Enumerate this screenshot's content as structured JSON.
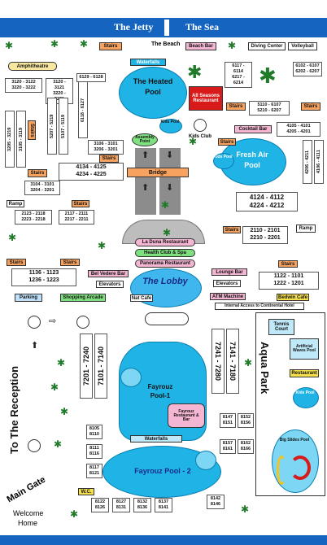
{
  "header": {
    "title_left": "The Jetty",
    "title_right": "The Sea"
  },
  "top": {
    "stairs": "Stairs",
    "beach": "The Beach",
    "beach_bar": "Beach Bar",
    "diving": "Diving Center",
    "volleyball": "Volleyball",
    "waterfalls": "Waterfalls",
    "amphitheatre": "Amphitheatre"
  },
  "rooms": {
    "r3120": [
      "3120 - 3122",
      "3220 - 3222"
    ],
    "r3120b": [
      "3120 - 3121",
      "3220 - 3221"
    ],
    "r6129": "6129 - 6128",
    "r3205": "3205 - 3219",
    "r3105": "3105 - 3119",
    "r5207": "5207 - 5219",
    "r5107": "5107 - 5119",
    "r6118": "6118 - 6127",
    "r6117": [
      "6117 - 6114",
      "6217 - 6214"
    ],
    "r6102": [
      "6102 - 6107",
      "6202 - 6207"
    ],
    "r5110": [
      "5110 - 6107",
      "5210 - 6207"
    ],
    "r4105": [
      "4105 - 4101",
      "4205 - 4201"
    ],
    "r3106": [
      "3106 - 3101",
      "3206 - 3201"
    ],
    "r4134": [
      "4134 - 4125",
      "4234 - 4225"
    ],
    "r3104": [
      "3104 - 3101",
      "3204 - 3201"
    ],
    "r4206": "4206 - 4211",
    "r4106": "4106 - 4111",
    "r4124": [
      "4124 - 4112",
      "4224 - 4212"
    ],
    "r2123": [
      "2123 - 2118",
      "2223 - 2218"
    ],
    "r2117": [
      "2117 - 2111",
      "2217 - 2211"
    ],
    "r2110": [
      "2110 - 2101",
      "2210 - 2201"
    ],
    "r1136": [
      "1136 - 1123",
      "1236 - 1223"
    ],
    "r1122": [
      "1122 - 1101",
      "1222 - 1201"
    ],
    "r7201": "7201 - 7240",
    "r7101": "7101 - 7140",
    "r7241": "7241 - 7280",
    "r7141": "7141 - 7180",
    "bottom": [
      [
        "8122",
        "8126"
      ],
      [
        "8127",
        "8131"
      ],
      [
        "8132",
        "8136"
      ],
      [
        "8137",
        "8141"
      ],
      [
        "8142",
        "8146"
      ]
    ],
    "left_bottom": [
      [
        "8105",
        "8110"
      ],
      [
        "8111",
        "8116"
      ],
      [
        "8117",
        "8121"
      ]
    ],
    "right_mid": [
      [
        "8147",
        "8151"
      ],
      [
        "8152",
        "8156"
      ],
      [
        "8157",
        "8161"
      ],
      [
        "8162",
        "8166"
      ]
    ]
  },
  "places": {
    "heated_pool": "The Heated Pool",
    "all_seasons": "All Seasons Restaurant",
    "stairs": "Stairs",
    "kids_pool": "Kids Pool",
    "kids_club": "Kids Club",
    "cocktail_bar": "Cocktail Bar",
    "assembly": "Assembly Point",
    "fresh_air": "Fresh Air Pool",
    "kids_pool2": "Kids Pool",
    "bridge": "Bridge",
    "ramp": "Ramp",
    "la_duna": "La Duna Restaurant",
    "health": "Health Club & Spa",
    "panorama": "Panorama Restaurant",
    "bel_vedere": "Bel Vedere Bar",
    "lounge": "Lounge Bar",
    "elevators": "Elevators",
    "lobby": "The Lobby",
    "nat_cafe": "Nat Cafe",
    "atm": "ATM Machine",
    "bedwin": "Bedwin Cafe",
    "internal": "Internal Access to Continental Hotel",
    "parking": "Parking",
    "shopping": "Shopping Arcade",
    "tennis": "Tennis Court",
    "artificial_waves": "Artificial Waves Pool",
    "restaurant": "Restaurant",
    "kids_pool3": "Kids Pool",
    "aqua_park": "Aqua Park",
    "big_slides": "Big Slides Pool",
    "fayrouz1": "Fayrouz Pool-1",
    "fayrouz_rest": "Fayrouz Restaurant & Bar",
    "fayrouz2": "Fayrouz Pool - 2",
    "waterfalls2": "Waterfalls",
    "reception": "To The Reception",
    "main_gate": "Main Gate",
    "welcome": "Welcome",
    "home": "Home",
    "wc": "W.C."
  }
}
